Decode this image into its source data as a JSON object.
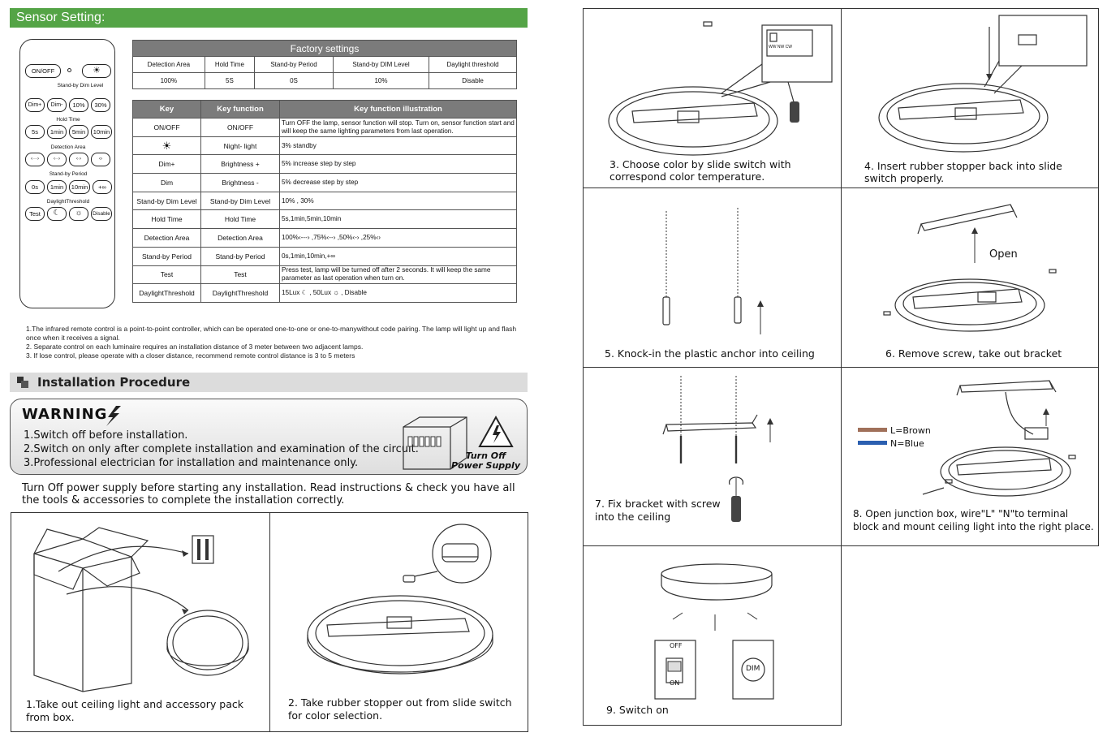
{
  "sensor_setting": {
    "title": "Sensor Setting:"
  },
  "remote": {
    "on_off": "ON/OFF",
    "standby_dim_label": "Stand-by Dim Level",
    "dim_buttons": [
      "Dim+",
      "Dim-",
      "10%",
      "30%"
    ],
    "hold_time_label": "Hold Time",
    "hold_buttons": [
      "5s",
      "1min",
      "5min",
      "10min"
    ],
    "detection_area_label": "Detection Area",
    "standby_period_label": "Stand-by Period",
    "period_buttons": [
      "0s",
      "1min",
      "10min",
      "+∞"
    ],
    "daylight_label": "DaylightThreshold",
    "daylight_buttons": [
      "Test",
      "Disable"
    ]
  },
  "factory": {
    "title": "Factory settings",
    "headers": [
      "Detection Area",
      "Hold Time",
      "Stand-by Period",
      "Stand-by DIM Level",
      "Daylight threshold"
    ],
    "values": [
      "100%",
      "5S",
      "0S",
      "10%",
      "Disable"
    ]
  },
  "keys": {
    "headers": [
      "Key",
      "Key function",
      "Key function illustration"
    ],
    "rows": [
      {
        "key": "ON/OFF",
        "func": "ON/OFF",
        "ill": "Turn OFF the lamp, sensor function will stop. Turn on, sensor function start and will keep the same lighting parameters from last operation."
      },
      {
        "key": "",
        "func": "Night- light",
        "ill": "3% standby"
      },
      {
        "key": "Dim+",
        "func": "Brightness +",
        "ill": "5% increase step by step"
      },
      {
        "key": "Dim",
        "func": "Brightness -",
        "ill": "5% decrease step by step"
      },
      {
        "key": "Stand-by Dim Level",
        "func": "Stand-by Dim Level",
        "ill": "10% , 30%"
      },
      {
        "key": "Hold Time",
        "func": "Hold Time",
        "ill": "5s,1min,5min,10min"
      },
      {
        "key": "Detection Area",
        "func": "Detection Area",
        "ill": "100%‹---› ,75%‹--› ,50%‹-› ,25%‹›"
      },
      {
        "key": "Stand-by Period",
        "func": "Stand-by Period",
        "ill": "0s,1min,10min,+∞"
      },
      {
        "key": "Test",
        "func": "Test",
        "ill": "Press test, lamp will be turned off after 2 seconds. It will keep the same parameter as last operation when turn on."
      },
      {
        "key": "DaylightThreshold",
        "func": "DaylightThreshold",
        "ill": "15Lux ☾ , 50Lux ☼ , Disable"
      }
    ]
  },
  "notes": [
    "1.The infrared remote control is a point-to-point controller, which can be operated one-to-one or one-to-manywithout code pairing. The lamp will light up and flash once when it receives a signal.",
    "2. Separate control on each luminaire requires an installation distance of 3 meter between two adjacent lamps.",
    "3. If lose control, please operate with a closer distance, recommend remote control distance is 3 to 5 meters"
  ],
  "installation": {
    "title": "Installation Procedure"
  },
  "warning": {
    "title": "WARNING",
    "lines": [
      "1.Switch off before installation.",
      "2.Switch on only after complete installation and examination of the circuit.",
      "3.Professional electrician for installation and maintenance only."
    ],
    "turn_off_1": "Turn Off",
    "turn_off_2": "Power Supply"
  },
  "intro": "Turn Off power supply before starting any installation. Read instructions & check you have all the tools & accessories to complete the installation correctly.",
  "steps": {
    "s1": "1.Take out ceiling light and accessory pack from box.",
    "s2": "2. Take rubber stopper out from slide switch for color selection.",
    "s3": "3. Choose color by slide switch with correspond color temperature.",
    "s4": "4. Insert rubber stopper back into slide switch properly.",
    "s5": "5. Knock-in the plastic anchor into ceiling",
    "s6": "6. Remove screw,   take out bracket",
    "s6_open": "Open",
    "s7": "7. Fix bracket with screw into the ceiling",
    "s8": "8. Open junction box, wire\"L\" \"N\"to terminal block and mount ceiling light into the right place.",
    "s8_brown": "L=Brown",
    "s8_blue": "N=Blue",
    "s9": "9. Switch on",
    "switch_labels": [
      "WW",
      "NW",
      "CW"
    ],
    "wall_switch": {
      "off": "OFF",
      "on": "ON",
      "dim": "DIM"
    }
  }
}
